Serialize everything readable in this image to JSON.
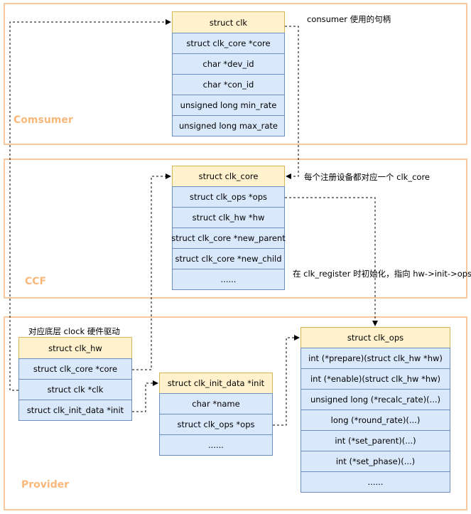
{
  "regions": {
    "consumer": "Comsumer",
    "ccf": "CCF",
    "provider": "Provider"
  },
  "notes": {
    "consumer_handle": "consumer 使用的句柄",
    "per_device": "每个注册设备都对应一个 clk_core",
    "register_init": "在 clk_register 时初始化，指向 hw->init->ops",
    "hw_driver": "对应底层 clock 硬件驱动"
  },
  "clk": {
    "title": "struct clk",
    "fields": [
      "struct clk_core *core",
      "char *dev_id",
      "char *con_id",
      "unsigned long min_rate",
      "unsigned long max_rate"
    ]
  },
  "clk_core": {
    "title": "struct clk_core",
    "fields": [
      "struct clk_ops *ops",
      "struct clk_hw *hw",
      "struct clk_core *new_parent",
      "struct clk_core *new_child",
      "......"
    ]
  },
  "clk_hw": {
    "title": "struct clk_hw",
    "fields": [
      "struct clk_core *core",
      "struct clk *clk",
      "struct clk_init_data *init"
    ]
  },
  "clk_init_data": {
    "title": "struct clk_init_data *init",
    "fields": [
      "char *name",
      "struct clk_ops *ops",
      "......"
    ]
  },
  "clk_ops": {
    "title": "struct clk_ops",
    "fields": [
      "int (*prepare)(struct clk_hw *hw)",
      "int (*enable)(struct clk_hw *hw)",
      "unsigned long (*recalc_rate)(...)",
      "long (*round_rate)(...)",
      "int (*set_parent)(...)",
      "int (*set_phase)(...)",
      "......"
    ]
  }
}
